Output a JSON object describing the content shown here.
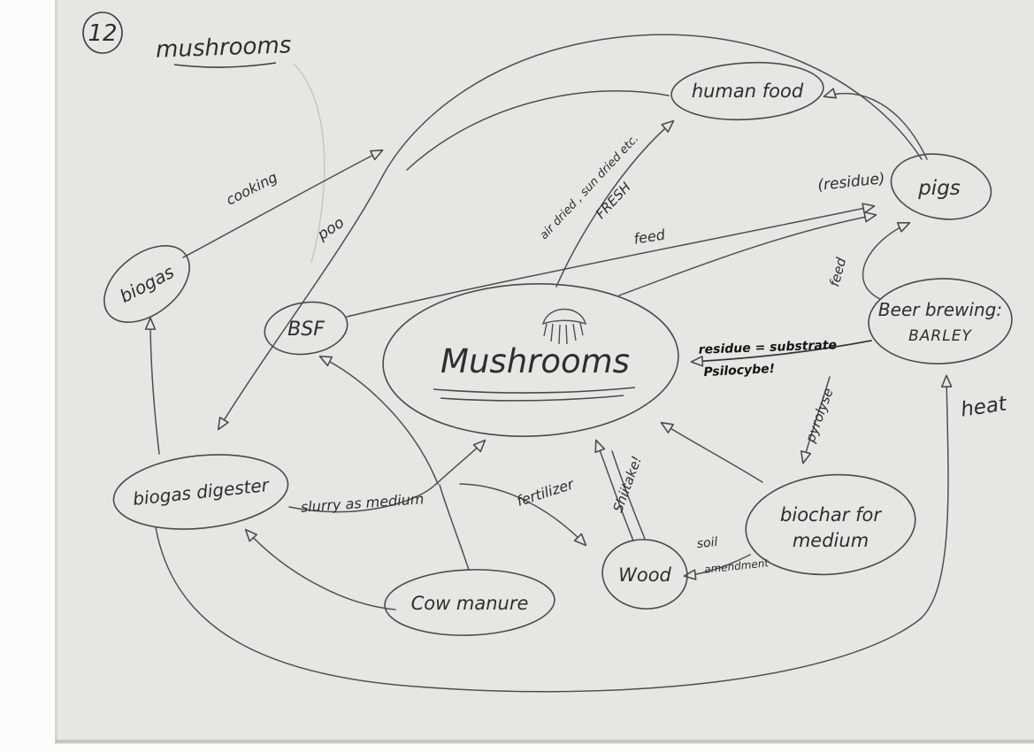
{
  "page": {
    "number": "12",
    "title": "mushrooms"
  },
  "colors": {
    "paper": "#e8e6e3",
    "ink": "#4a4a4a",
    "text": "#2e2e2e"
  },
  "nodes": {
    "mushrooms": {
      "label": "Mushrooms"
    },
    "human_food": {
      "label": "human food"
    },
    "pigs": {
      "label": "pigs"
    },
    "beer_brewing": {
      "line1": "Beer brewing:",
      "line2": "BARLEY"
    },
    "biogas": {
      "label": "biogas"
    },
    "bsf": {
      "label": "BSF"
    },
    "biogas_digester": {
      "label": "biogas digester"
    },
    "biochar": {
      "line1": "biochar for",
      "line2": "medium"
    },
    "wood": {
      "label": "Wood"
    },
    "cow_manure": {
      "label": "Cow manure"
    }
  },
  "edge_labels": {
    "cooking": "cooking",
    "poo": "poo",
    "air_dried": "air dried , sun dried etc.",
    "fresh": "FRESH",
    "feed_bsf_pigs": "feed",
    "residue_pigs": "(residue)",
    "feed_barley_pigs": "feed",
    "residue_substrate": "residue = substrate",
    "psilocybe": "Psilocybe!",
    "pyrolyse": "pyrolyse",
    "heat": "heat",
    "slurry": "slurry as medium",
    "fertilizer": "fertilizer",
    "shiitake": "Shiitake!",
    "soil": "soil",
    "amendment": "amendment"
  },
  "edges": [
    {
      "from": "biogas",
      "to": "human food",
      "label": "cooking"
    },
    {
      "from": "pigs",
      "to": "biogas digester",
      "label": "poo"
    },
    {
      "from": "Mushrooms",
      "to": "human food",
      "label": "air dried , sun dried etc. FRESH"
    },
    {
      "from": "pigs",
      "to": "human food",
      "label": ""
    },
    {
      "from": "BSF",
      "to": "pigs",
      "label": "feed"
    },
    {
      "from": "Mushrooms",
      "to": "pigs",
      "label": "(residue)"
    },
    {
      "from": "Beer brewing BARLEY",
      "to": "pigs",
      "label": "feed"
    },
    {
      "from": "Beer brewing BARLEY",
      "to": "Mushrooms",
      "label": "residue = substrate, Psilocybe!"
    },
    {
      "from": "Wood",
      "to": "biochar for medium",
      "label": "pyrolyse"
    },
    {
      "from": "biochar for medium",
      "to": "Mushrooms",
      "label": ""
    },
    {
      "from": "biogas digester",
      "to": "Beer brewing BARLEY",
      "label": "heat"
    },
    {
      "from": "biogas digester",
      "to": "biogas",
      "label": ""
    },
    {
      "from": "Cow manure",
      "to": "biogas digester",
      "label": ""
    },
    {
      "from": "biogas digester",
      "to": "Mushrooms",
      "label": "slurry as medium"
    },
    {
      "from": "biogas digester",
      "to": "BSF",
      "label": ""
    },
    {
      "from": "Cow manure",
      "to": "Wood",
      "label": "fertilizer"
    },
    {
      "from": "Wood",
      "to": "Mushrooms",
      "label": "Shiitake!"
    },
    {
      "from": "biochar for medium",
      "to": "Wood",
      "label": "soil amendment"
    }
  ]
}
